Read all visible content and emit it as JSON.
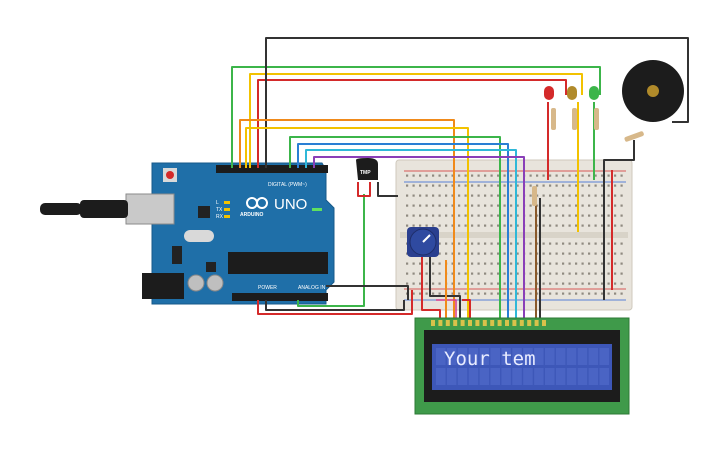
{
  "arduino": {
    "model_label": "UNO",
    "brand_label": "ARDUINO",
    "digital_header_label": "DIGITAL (PWM~)",
    "power_label": "POWER",
    "analog_label": "ANALOG IN",
    "tx_label": "TX",
    "rx_label": "RX",
    "l_label": "L"
  },
  "sensor": {
    "label": "TMP"
  },
  "lcd": {
    "text": "Your tem"
  },
  "colors": {
    "wire_red": "#d42a2a",
    "wire_black": "#333333",
    "wire_green": "#3cb54a",
    "wire_yellow": "#f2c200",
    "wire_orange": "#f08a1a",
    "wire_blue": "#2a7fd4",
    "wire_cyan": "#2fb8d8",
    "wire_purple": "#8a3fb8",
    "wire_pink": "#d63a8c",
    "wire_brown": "#8a5a2b",
    "arduino_board": "#1f6fa8",
    "lcd_screen": "#3d57b8",
    "lcd_board": "#3f9a4a",
    "breadboard": "#e8e4dc"
  }
}
